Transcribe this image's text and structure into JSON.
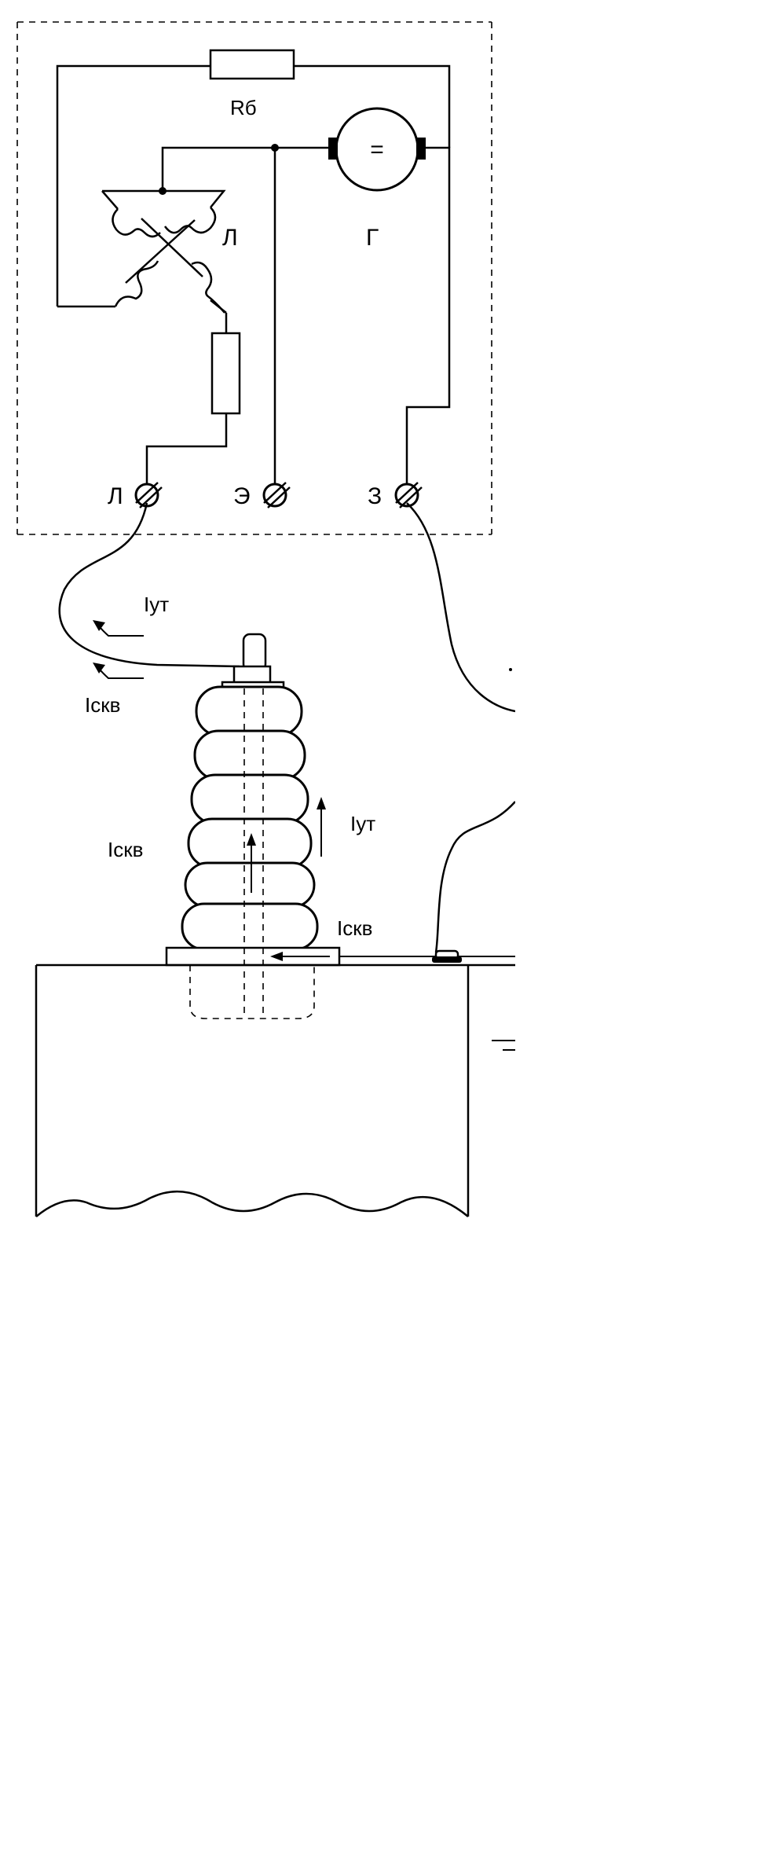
{
  "labels": {
    "resistor_r": "Rб",
    "line_coil": "Л",
    "generator": "Г",
    "generator_symbol": "=",
    "terminal_line": "Л",
    "terminal_screen": "Э",
    "terminal_ground": "З",
    "current_leak_top": "Iут",
    "current_through_top": "Iскв",
    "current_leak_side": "Iут",
    "current_through_side": "Iскв",
    "current_through_base": "Iскв"
  }
}
